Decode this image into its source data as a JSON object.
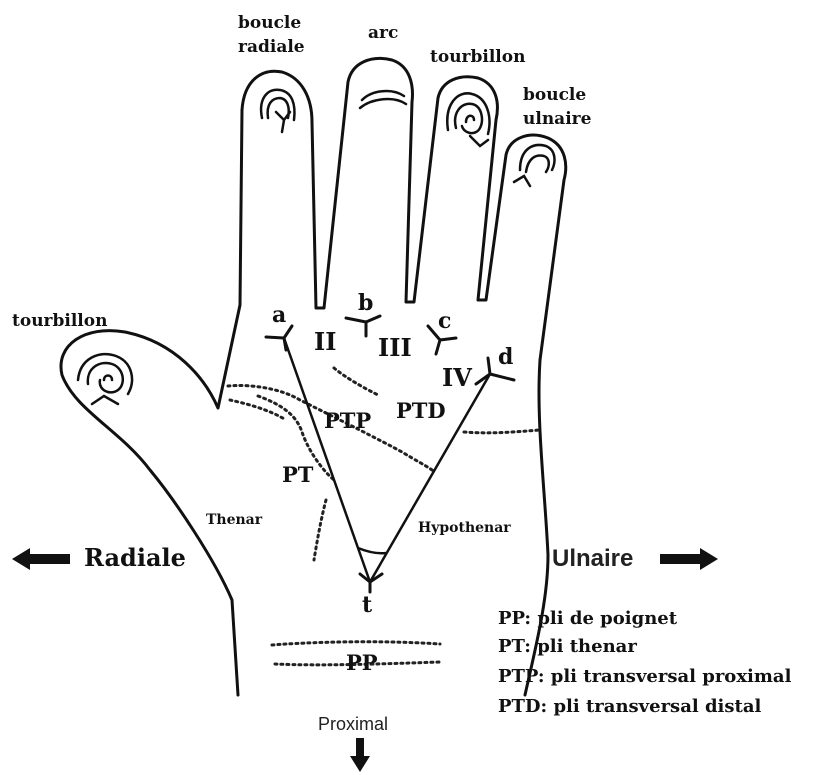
{
  "finger_labels": {
    "radial_loop": [
      "boucle",
      "radiale"
    ],
    "arch": "arc",
    "whorl_middle": "tourbillon",
    "ulnar_loop": [
      "boucle",
      "ulnaire"
    ],
    "thumb_whorl": "tourbillon"
  },
  "triradii": {
    "a": "a",
    "b": "b",
    "c": "c",
    "d": "d",
    "t": "t"
  },
  "interdigital": {
    "ii": "II",
    "iii": "III",
    "iv": "IV"
  },
  "creases": {
    "ptp": "PTP",
    "ptd": "PTD",
    "pt": "PT",
    "pp": "PP"
  },
  "regions": {
    "thenar": "Thenar",
    "hypothenar": "Hypothenar"
  },
  "directions": {
    "radial": "Radiale",
    "ulnar": "Ulnaire",
    "proximal": "Proximal"
  },
  "legend": [
    "PP: pli de poignet",
    "PT: pli thenar",
    "PTP: pli transversal proximal",
    "PTD: pli transversal distal"
  ],
  "colors": {
    "ink": "#111111",
    "background": "#ffffff"
  }
}
